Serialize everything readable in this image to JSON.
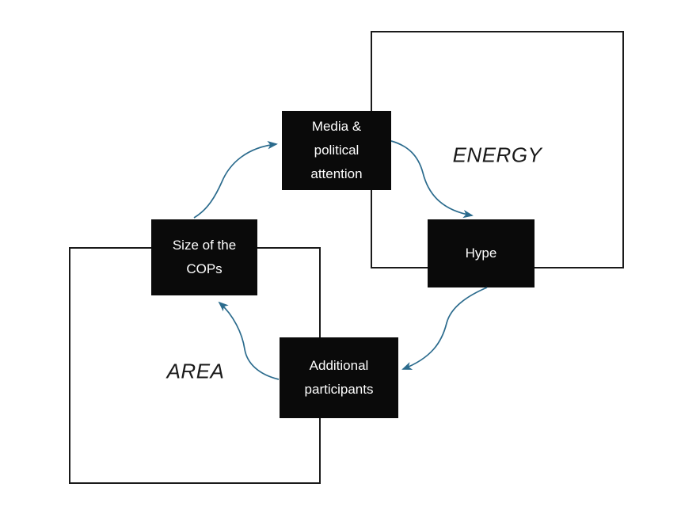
{
  "colors": {
    "canvas_bg": "#ffffff",
    "node_fill": "#0a0a0a",
    "node_text": "#ffffff",
    "region_border": "#1a1a1a",
    "region_text": "#1a1a1a",
    "arrow": "#2b6b8d"
  },
  "regions": [
    {
      "id": "energy",
      "label": "ENERGY"
    },
    {
      "id": "area",
      "label": "AREA"
    }
  ],
  "nodes": [
    {
      "id": "media-political-attention",
      "lines": [
        "Media &",
        "political",
        "attention"
      ]
    },
    {
      "id": "hype",
      "lines": [
        "Hype"
      ]
    },
    {
      "id": "size-of-the-cops",
      "lines": [
        "Size of the",
        "COPs"
      ]
    },
    {
      "id": "additional-participants",
      "lines": [
        "Additional",
        "participants"
      ]
    }
  ],
  "edges": [
    {
      "from": "size-of-the-cops",
      "to": "media-political-attention"
    },
    {
      "from": "media-political-attention",
      "to": "hype"
    },
    {
      "from": "hype",
      "to": "additional-participants"
    },
    {
      "from": "additional-participants",
      "to": "size-of-the-cops"
    }
  ]
}
